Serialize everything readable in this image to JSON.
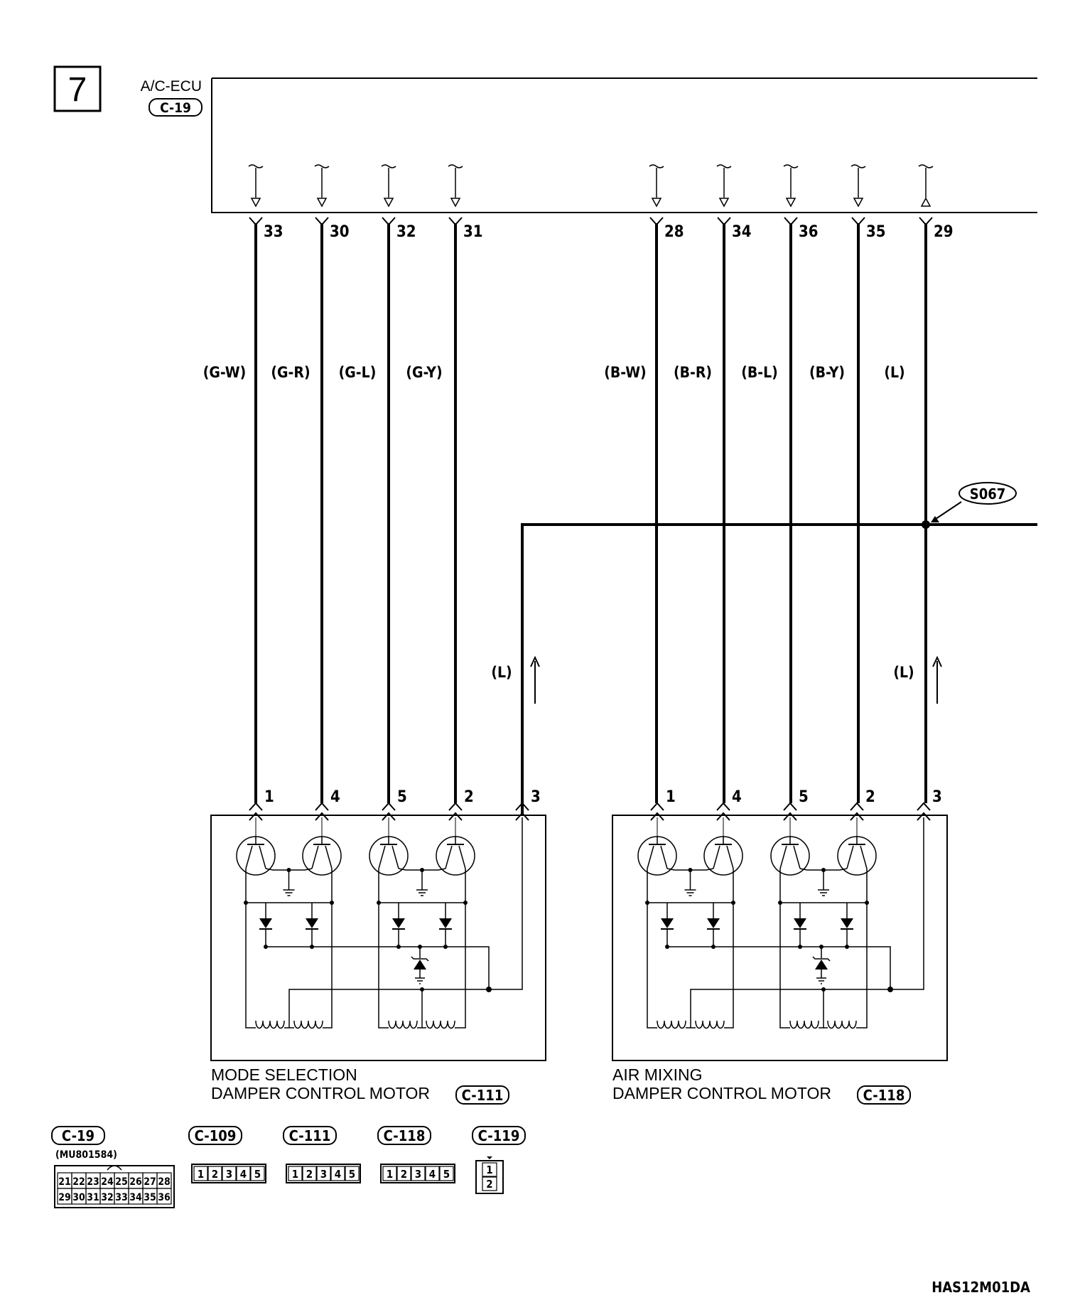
{
  "page_number": "7",
  "ecu": {
    "name": "A/C-ECU",
    "connector": "C-19"
  },
  "ecu_pins": [
    {
      "pin": "33",
      "wire": "(G-W)"
    },
    {
      "pin": "30",
      "wire": "(G-R)"
    },
    {
      "pin": "32",
      "wire": "(G-L)"
    },
    {
      "pin": "31",
      "wire": "(G-Y)"
    },
    {
      "pin": "28",
      "wire": "(B-W)"
    },
    {
      "pin": "34",
      "wire": "(B-R)"
    },
    {
      "pin": "36",
      "wire": "(B-L)"
    },
    {
      "pin": "35",
      "wire": "(B-Y)"
    },
    {
      "pin": "29",
      "wire": "(L)"
    }
  ],
  "splice": "S067",
  "branch_wire_left": "(L)",
  "branch_wire_right": "(L)",
  "motors": [
    {
      "line1": "MODE SELECTION",
      "line2": "DAMPER CONTROL MOTOR",
      "connector": "C-111",
      "pins": [
        "1",
        "4",
        "5",
        "2",
        "3"
      ]
    },
    {
      "line1": "AIR MIXING",
      "line2": "DAMPER CONTROL MOTOR",
      "connector": "C-118",
      "pins": [
        "1",
        "4",
        "5",
        "2",
        "3"
      ]
    }
  ],
  "connector_legend": [
    {
      "id": "C-19",
      "part": "(MU801584)",
      "rows": [
        [
          "21",
          "22",
          "23",
          "24",
          "25",
          "26",
          "27",
          "28"
        ],
        [
          "29",
          "30",
          "31",
          "32",
          "33",
          "34",
          "35",
          "36"
        ]
      ]
    },
    {
      "id": "C-109",
      "cells": [
        "1",
        "2",
        "3",
        "4",
        "5"
      ]
    },
    {
      "id": "C-111",
      "cells": [
        "1",
        "2",
        "3",
        "4",
        "5"
      ]
    },
    {
      "id": "C-118",
      "cells": [
        "1",
        "2",
        "3",
        "4",
        "5"
      ]
    },
    {
      "id": "C-119",
      "cells": [
        "1",
        "2"
      ]
    }
  ],
  "footer_code": "HAS12M01DA"
}
